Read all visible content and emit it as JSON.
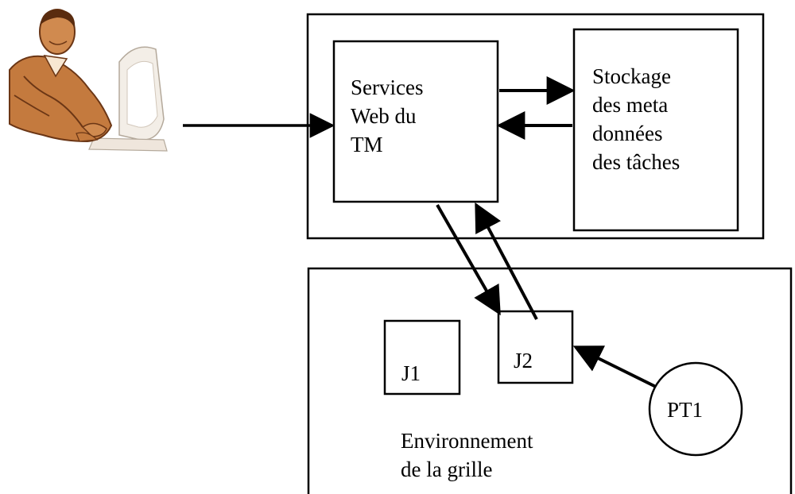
{
  "user": {
    "icon": "user-at-computer-icon"
  },
  "tm_server": {
    "web_services_label": "Services\nWeb du\nTM",
    "metadata_storage_label": "Stockage\ndes meta\ndonnées\ndes tâches"
  },
  "grid": {
    "environment_label": "Environnement\nde la grille",
    "jobs": [
      "J1",
      "J2"
    ],
    "process": "PT1"
  },
  "colors": {
    "stroke": "#000000",
    "background": "#ffffff",
    "figure_skin": "#c0763a",
    "figure_shadow": "#7a3f17"
  }
}
